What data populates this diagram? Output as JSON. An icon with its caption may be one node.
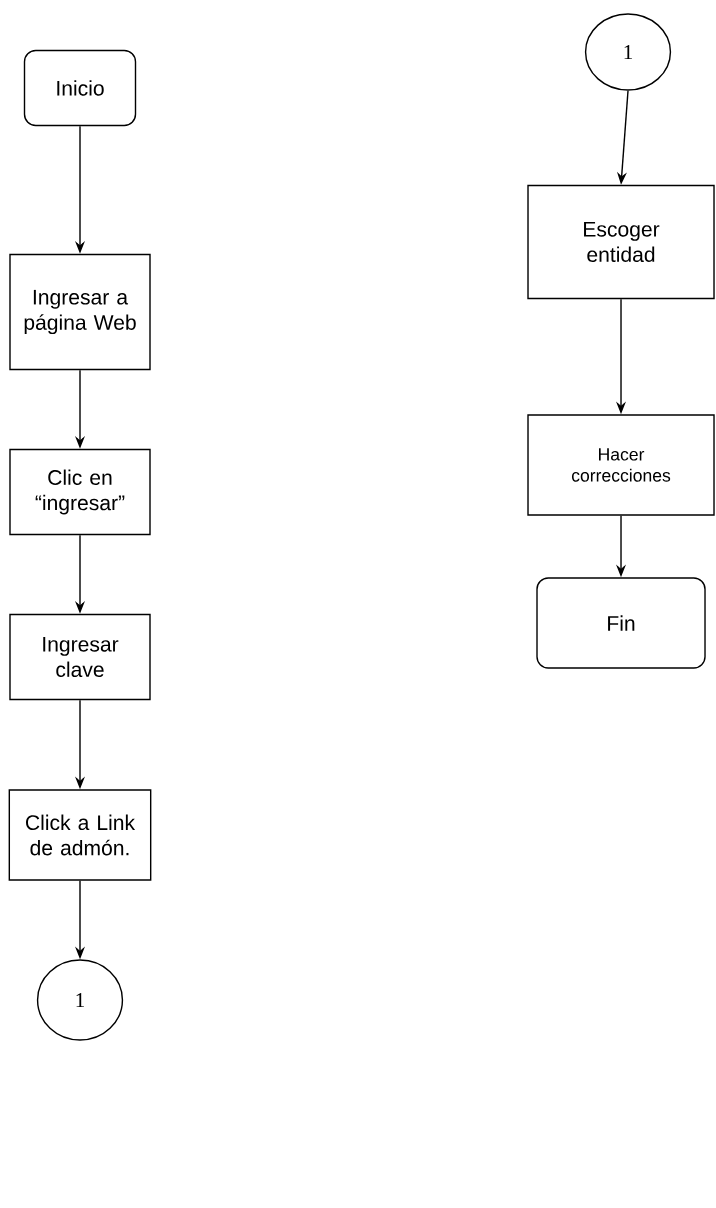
{
  "diagram": {
    "nodes": [
      {
        "text": [
          "Inicio"
        ]
      },
      {
        "text": [
          "Ingresar a página Web"
        ]
      },
      {
        "text": [
          "Clic en “ingresar”"
        ]
      },
      {
        "text": [
          "Ingresar clave"
        ]
      },
      {
        "text": [
          "Click a Link de admón."
        ]
      },
      {
        "text": [
          "1"
        ]
      },
      {
        "text": [
          "1"
        ]
      },
      {
        "text": [
          "Escoger entidad"
        ]
      },
      {
        "text": [
          "Hacer correcciones"
        ]
      },
      {
        "text": [
          "Fin"
        ]
      }
    ],
    "edges": [
      {
        "from": 0,
        "to": 1,
        "arrow": "to"
      },
      {
        "from": 1,
        "to": 2,
        "arrow": "to"
      },
      {
        "from": 2,
        "to": 3,
        "arrow": "to"
      },
      {
        "from": 3,
        "to": 4,
        "arrow": "to"
      },
      {
        "from": 4,
        "to": 5,
        "arrow": "to"
      },
      {
        "from": 6,
        "to": 7,
        "arrow": "to"
      },
      {
        "from": 7,
        "to": 8,
        "arrow": "to"
      },
      {
        "from": 8,
        "to": 9,
        "arrow": "to"
      }
    ]
  }
}
